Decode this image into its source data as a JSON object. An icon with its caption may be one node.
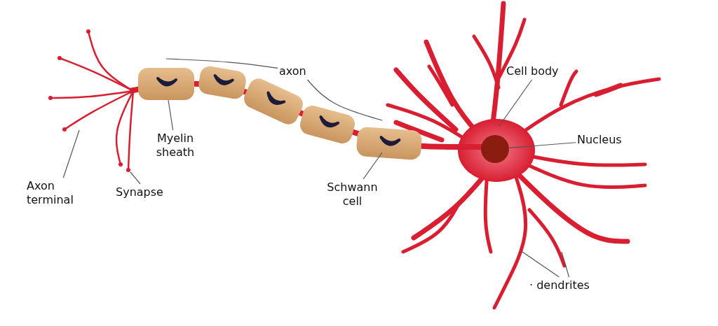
{
  "diagram": {
    "nodes": [
      {
        "text": [
          "Axon terminal"
        ]
      },
      {
        "text": [
          "Synapse"
        ]
      },
      {
        "text": [
          "Myelin sheath"
        ]
      },
      {
        "text": [
          "axon"
        ]
      },
      {
        "text": [
          "Cell body"
        ]
      },
      {
        "text": [
          "Nucleus"
        ]
      },
      {
        "text": [
          "Schwann cell"
        ]
      },
      {
        "text": [
          "· dendrites"
        ]
      },
      {
        "text": [],
        "shape": "circle"
      }
    ],
    "edges": [
      {
        "from": 0,
        "to": null,
        "arrow": "none"
      },
      {
        "from": 1,
        "to": null,
        "arrow": "none"
      },
      {
        "from": 2,
        "to": null,
        "arrow": "none"
      },
      {
        "from": 3,
        "to": null,
        "arrow": "none"
      },
      {
        "from": 3,
        "to": null,
        "arrow": "none"
      },
      {
        "from": 4,
        "to": null,
        "arrow": "none"
      },
      {
        "from": 5,
        "to": 8,
        "arrow": "none"
      },
      {
        "from": 6,
        "to": null,
        "arrow": "none"
      },
      {
        "from": 7,
        "to": null,
        "arrow": "none"
      },
      {
        "from": 7,
        "to": null,
        "arrow": "none"
      }
    ]
  }
}
